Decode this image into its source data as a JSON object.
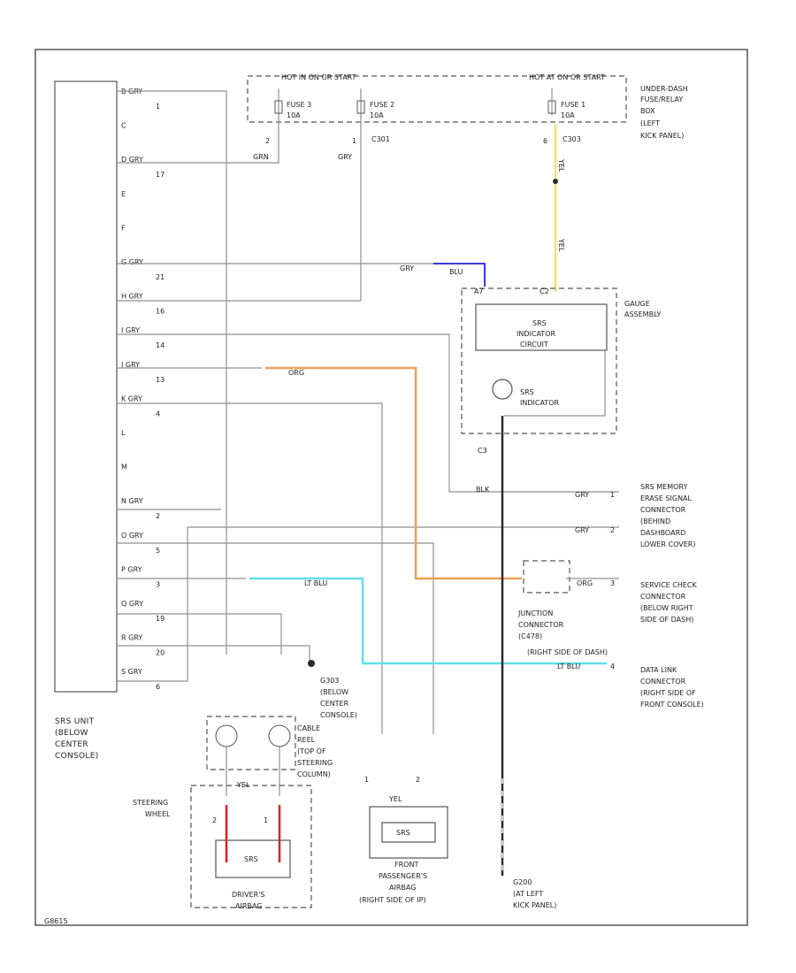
{
  "colors": {
    "wire_gray": "#8f8f8f",
    "blue": "#3b3bd6",
    "yellow": "#e8e860",
    "orange": "#f0a050",
    "light_blue": "#60e0e8",
    "red": "#e02020",
    "black": "#2a2a2a"
  },
  "srs_unit": {
    "name": "SRS UNIT",
    "location": [
      "(BELOW",
      "CENTER",
      "CONSOLE)"
    ],
    "pins": [
      {
        "pin": "B",
        "wire": "GRY",
        "num": "1"
      },
      {
        "pin": "C",
        "wire": "",
        "num": ""
      },
      {
        "pin": "D",
        "wire": "GRY",
        "num": "17"
      },
      {
        "pin": "E",
        "wire": "",
        "num": ""
      },
      {
        "pin": "F",
        "wire": "",
        "num": ""
      },
      {
        "pin": "G",
        "wire": "GRY",
        "num": "21"
      },
      {
        "pin": "H",
        "wire": "GRY",
        "num": "16"
      },
      {
        "pin": "I",
        "wire": "GRY",
        "num": "14"
      },
      {
        "pin": "J",
        "wire": "GRY",
        "num": "13"
      },
      {
        "pin": "K",
        "wire": "GRY",
        "num": "4"
      },
      {
        "pin": "L",
        "wire": "",
        "num": ""
      },
      {
        "pin": "M",
        "wire": "",
        "num": ""
      },
      {
        "pin": "N",
        "wire": "GRY",
        "num": "2"
      },
      {
        "pin": "O",
        "wire": "GRY",
        "num": "5"
      },
      {
        "pin": "P",
        "wire": "GRY",
        "num": "3"
      },
      {
        "pin": "Q",
        "wire": "GRY",
        "num": "19"
      },
      {
        "pin": "R",
        "wire": "GRY",
        "num": "20"
      },
      {
        "pin": "S",
        "wire": "GRY",
        "num": "6"
      }
    ]
  },
  "fuse_box": {
    "hot_run": "HOT IN ON OR START",
    "hot_start": "HOT AT ON OR START",
    "name": [
      "UNDER-DASH",
      "FUSE/RELAY",
      "BOX",
      "(LEFT",
      "KICK PANEL)"
    ],
    "fuse3": [
      "FUSE 3",
      "10A"
    ],
    "fuse2": [
      "FUSE 2",
      "10A"
    ],
    "fuse1": [
      "FUSE 1",
      "10A"
    ],
    "c301": "C301",
    "c303": "C303",
    "pin2": "2",
    "pin1": "1",
    "pin6": "6",
    "grn": "GRN",
    "gry": "GRY",
    "yel_1": "YEL",
    "yel_2": "YEL"
  },
  "gauge": {
    "name": [
      "GAUGE",
      "ASSEMBLY"
    ],
    "circuit": [
      "SRS",
      "INDICATOR",
      "CIRCUIT"
    ],
    "indicator": [
      "SRS",
      "INDICATOR"
    ],
    "pin_blu": "A7",
    "pin_yel": "C2",
    "pin_c3": "C3",
    "c_label": "C3"
  },
  "wires": {
    "gry": "GRY",
    "blu": "BLU",
    "org": "ORG",
    "blk": "BLK",
    "ltblu": "LT BLU",
    "org2": "ORG"
  },
  "connectors": {
    "srs_mem": [
      "SRS MEMORY",
      "ERASE SIGNAL",
      "CONNECTOR",
      "(BEHIND",
      "DASHBOARD",
      "LOWER COVER)"
    ],
    "service": [
      "SERVICE CHECK",
      "CONNECTOR",
      "(BELOW RIGHT",
      "SIDE OF DASH)"
    ],
    "junction": [
      "JUNCTION",
      "CONNECTOR",
      "(C478)",
      "(RIGHT SIDE OF DASH)"
    ],
    "datalink": [
      "DATA LINK",
      "CONNECTOR",
      "(RIGHT SIDE OF",
      "FRONT CONSOLE)"
    ],
    "pin2": "2",
    "pin1": "1",
    "pin3": "3",
    "pin4": "4"
  },
  "ground_g303": [
    "G303",
    "(BELOW",
    "CENTER",
    "CONSOLE)"
  ],
  "cable_reel": [
    "CABLE",
    "REEL",
    "(TOP OF",
    "STEERING",
    "COLUMN)"
  ],
  "steering": [
    "STEERING",
    "WHEEL"
  ],
  "driver_airbag": [
    "DRIVER'S",
    "AIRBAG"
  ],
  "passenger_airbag": [
    "FRONT",
    "PASSENGER'S",
    "AIRBAG",
    "(RIGHT SIDE OF IP)"
  ],
  "g200": [
    "G200",
    "(AT LEFT",
    "KICK PANEL)"
  ],
  "airbag_labels": {
    "pin2": "2",
    "pin1": "1",
    "pin2b": "2",
    "pin1b": "1",
    "yel": "YEL",
    "yelb": "YEL",
    "ch": "SRS",
    "ch2": "SRS"
  },
  "footer": "G8615"
}
